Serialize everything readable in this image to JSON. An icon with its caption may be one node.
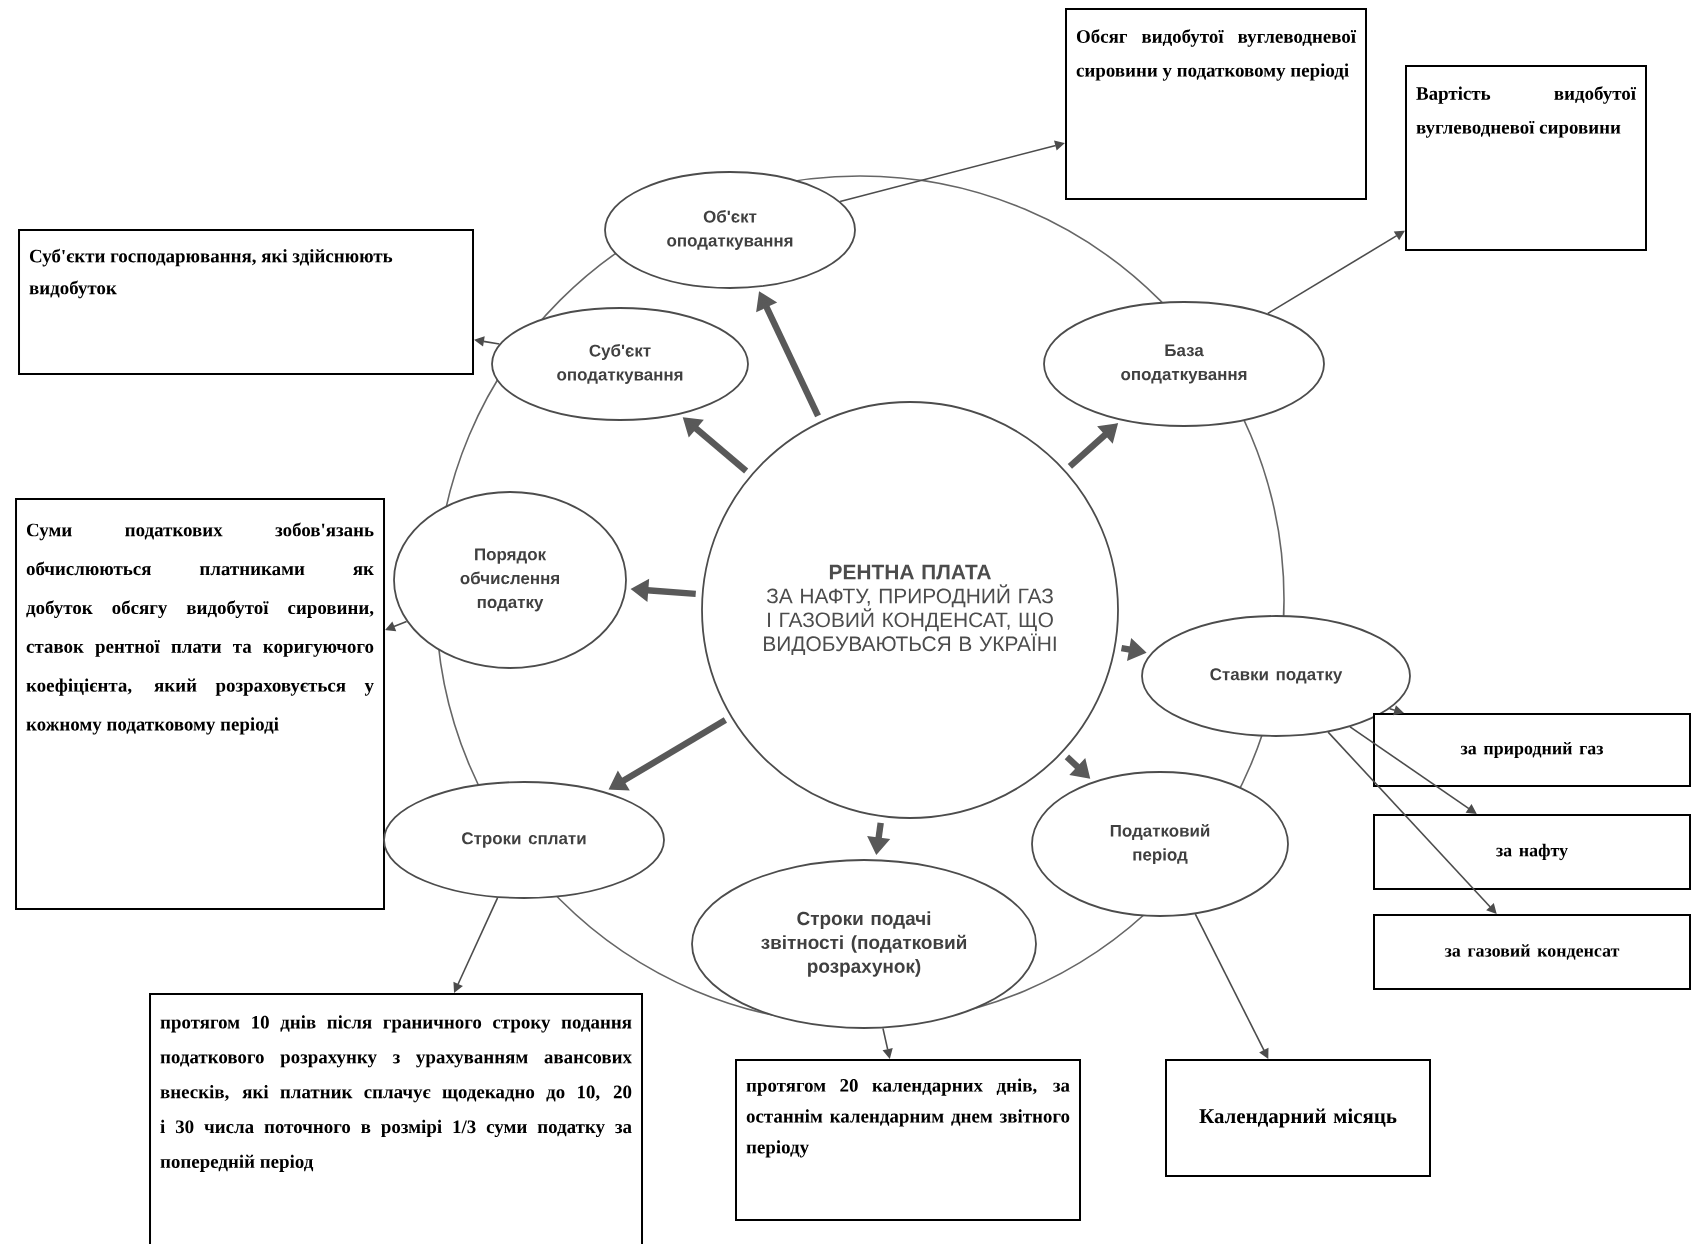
{
  "diagram": {
    "nodes": [
      {
        "text": [
          "Обсяг видобутої вуглеводневої сировини у податковому періоді"
        ]
      },
      {
        "text": [
          "Вартість видобутої вуглеводневої сировини"
        ]
      },
      {
        "text": [
          "Об'єкт оподаткування"
        ]
      },
      {
        "text": [
          "Суб'єкти господарювання, які здійснюють видобуток"
        ]
      },
      {
        "text": [
          "Суб'єкт оподаткування"
        ]
      },
      {
        "text": [
          "База оподаткування"
        ]
      },
      {
        "text": [
          "РЕНТНА ПЛАТА",
          "ЗА НАФТУ, ПРИРОДНИЙ ГАЗ І ГАЗОВИЙ КОНДЕНСАТ, ЩО ВИДОБУВАЮТЬСЯ В УКРАЇНІ"
        ]
      },
      {
        "text": [
          "Суми податкових зобов'язань обчислюються платниками як добуток обсягу видобутої сировини, ставок рентної плати та коригуючого коефіцієнта, який розраховується у кожному податковому періоді"
        ]
      },
      {
        "text": [
          "Порядок обчислення податку"
        ]
      },
      {
        "text": [
          "Ставки податку"
        ]
      },
      {
        "text": [
          "за природний газ"
        ]
      },
      {
        "text": [
          "Строки сплати"
        ]
      },
      {
        "text": [
          "за нафту"
        ]
      },
      {
        "text": [
          "Податковий період"
        ]
      },
      {
        "text": [
          "Строки подачі звітності (податковий розрахунок)"
        ]
      },
      {
        "text": [
          "за газовий конденсат"
        ]
      },
      {
        "text": [
          "протягом 10 днів після граничного строку подання податкового розрахунку з урахуванням авансових внесків, які платник сплачує щодекадно до 10, 20 і 30 числа поточного в розмірі 1/3 суми податку за попередній період"
        ]
      },
      {
        "text": [
          "протягом **20 календарних днів**, за останнім календарним днем звітного періоду"
        ]
      },
      {
        "text": [
          "Календарний місяць"
        ]
      }
    ],
    "edges": [
      {
        "from": 6,
        "to": 2,
        "arrow": "to",
        "style": "thick"
      },
      {
        "from": 6,
        "to": 5,
        "arrow": "to",
        "style": "thick"
      },
      {
        "from": 6,
        "to": 4,
        "arrow": "to",
        "style": "thick"
      },
      {
        "from": 6,
        "to": 8,
        "arrow": "to",
        "style": "thick"
      },
      {
        "from": 6,
        "to": 9,
        "arrow": "to",
        "style": "thick"
      },
      {
        "from": 6,
        "to": 11,
        "arrow": "to",
        "style": "thick"
      },
      {
        "from": 6,
        "to": 14,
        "arrow": "to",
        "style": "thick"
      },
      {
        "from": 6,
        "to": 13,
        "arrow": "to",
        "style": "thick"
      },
      {
        "from": 2,
        "to": 0,
        "arrow": "to"
      },
      {
        "from": 5,
        "to": 1,
        "arrow": "to"
      },
      {
        "from": 4,
        "to": 3,
        "arrow": "to"
      },
      {
        "from": 8,
        "to": 7,
        "arrow": "to"
      },
      {
        "from": 9,
        "to": 10,
        "arrow": "to"
      },
      {
        "from": 9,
        "to": 12,
        "arrow": "to"
      },
      {
        "from": 9,
        "to": 15,
        "arrow": "to"
      },
      {
        "from": 11,
        "to": 16,
        "arrow": "to"
      },
      {
        "from": 14,
        "to": 17,
        "arrow": "to"
      },
      {
        "from": 13,
        "to": 18,
        "arrow": "to"
      }
    ]
  }
}
